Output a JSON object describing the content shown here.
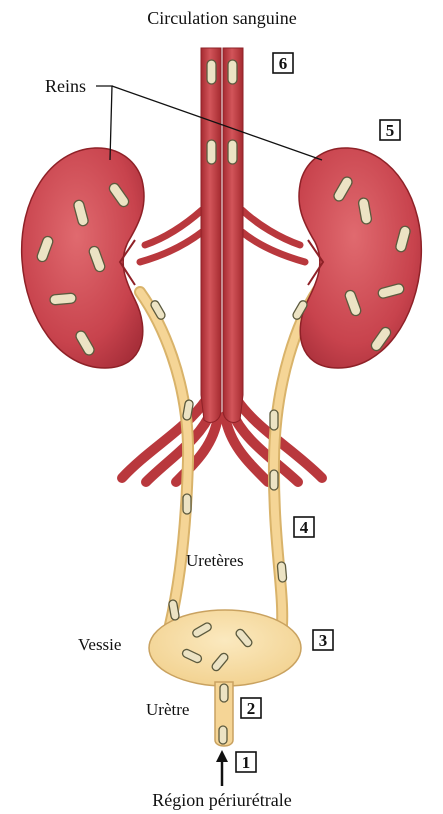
{
  "labels": {
    "top": "Circulation sanguine",
    "kidneys": "Reins",
    "ureters": "Uretères",
    "bladder": "Vessie",
    "urethra": "Urètre",
    "bottom": "Région périurétrale"
  },
  "steps": [
    "1",
    "2",
    "3",
    "4",
    "5",
    "6"
  ],
  "colors": {
    "kidney": "#c8434d",
    "vessel": "#c23b40",
    "urinary": "#f5d596",
    "bacteria": "#ece3c4"
  }
}
